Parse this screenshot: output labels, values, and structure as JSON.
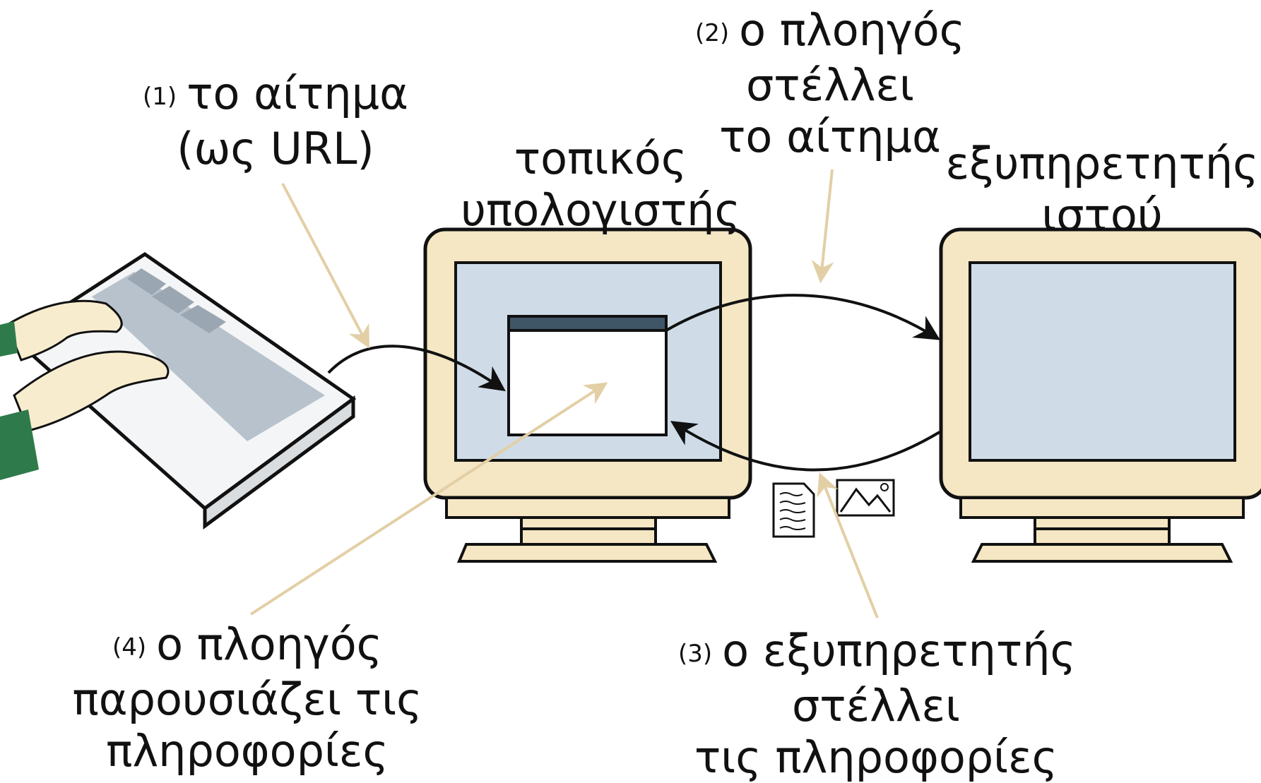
{
  "step1": {
    "number": "(1)",
    "line1": "το αίτημα",
    "line2": "(ως URL)"
  },
  "step2": {
    "number": "(2)",
    "line1": "ο πλοηγός",
    "line2": "στέλλει",
    "line3": "το αίτημα"
  },
  "step3": {
    "number": "(3)",
    "line1": "ο εξυπηρετητής",
    "line2": "στέλλει",
    "line3": "τις πληροφορίες"
  },
  "step4": {
    "number": "(4)",
    "line1": "ο πλοηγός",
    "line2": "παρουσιάζει τις",
    "line3": "πληροφορίες"
  },
  "local_computer": {
    "line1": "τοπικός",
    "line2": "υπολογιστής"
  },
  "web_server": {
    "line1": "εξυπηρετητής",
    "line2": "ιστού"
  },
  "colors": {
    "frame": "#f5e6c4",
    "screen": "#cfdce8",
    "pointer_line": "#e3cfa6",
    "titlebar": "#3f5666",
    "keyboard": "#b7c2cc"
  }
}
